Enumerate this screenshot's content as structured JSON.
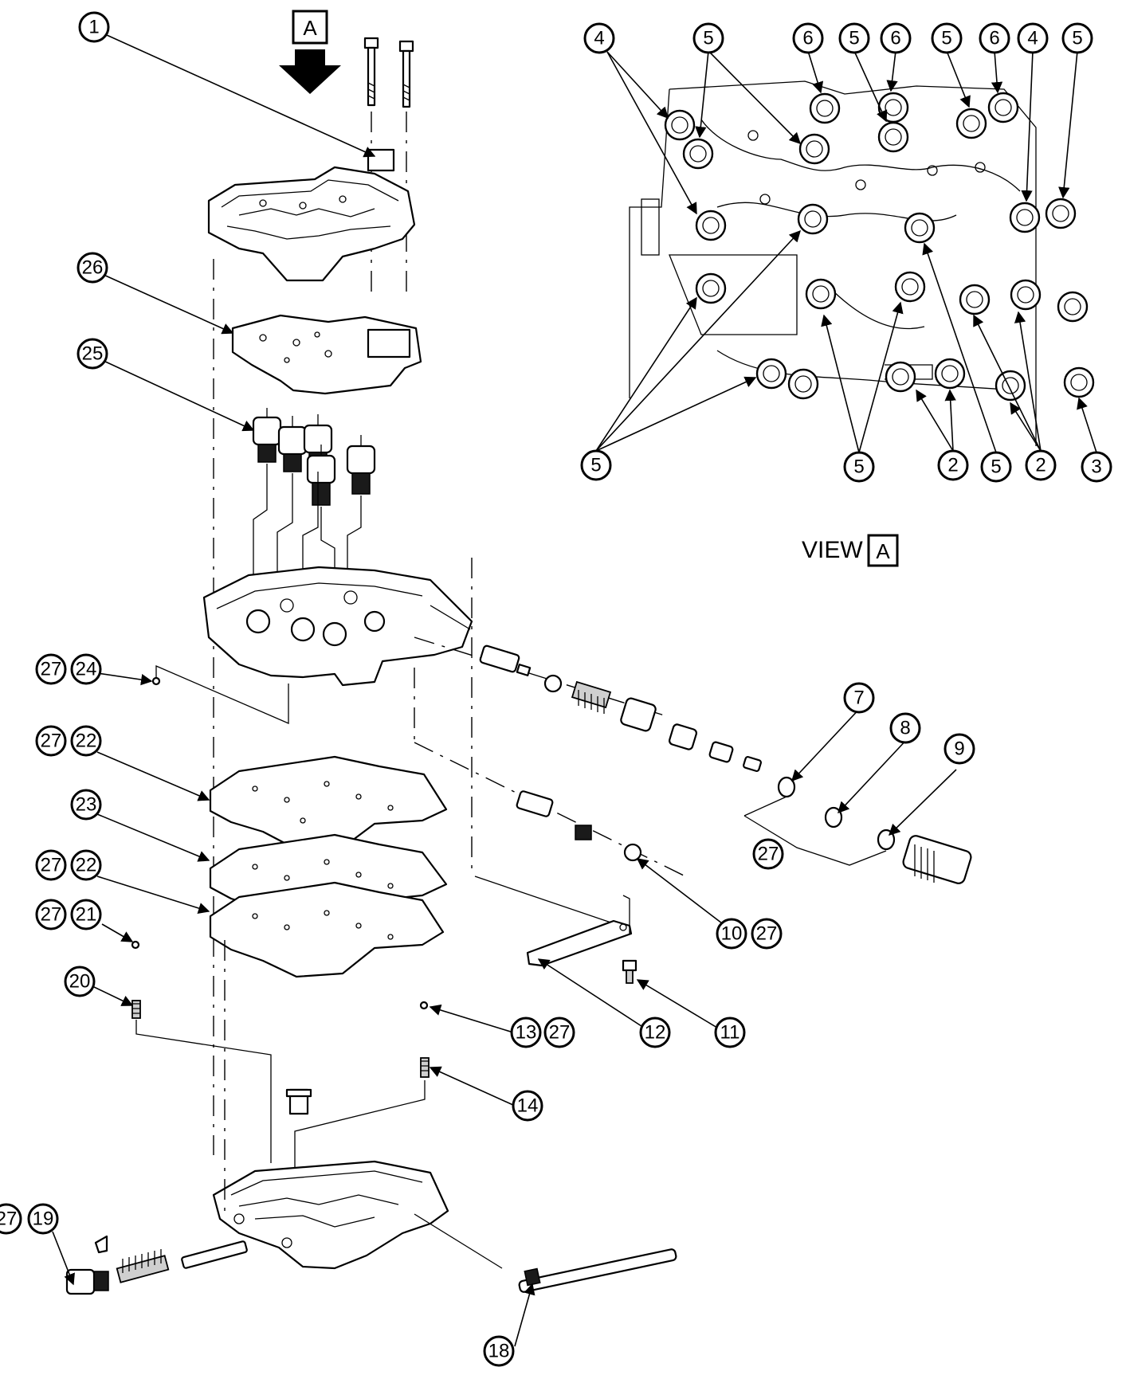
{
  "view": {
    "arrow_letter": "A",
    "label_word": "VIEW",
    "label_letter": "A"
  },
  "callouts": {
    "n1": "1",
    "n2": "2",
    "n3": "3",
    "n4": "4",
    "n5": "5",
    "n6": "6",
    "n7": "7",
    "n8": "8",
    "n9": "9",
    "n10": "10",
    "n11": "11",
    "n12": "12",
    "n13": "13",
    "n14": "14",
    "n18": "18",
    "n19": "19",
    "n20": "20",
    "n21": "21",
    "n22": "22",
    "n23": "23",
    "n24": "24",
    "n25": "25",
    "n26": "26",
    "n27": "27"
  },
  "icons": {
    "view_arrow": "down-arrow-icon",
    "bolt": "hex-bolt-icon",
    "solenoid": "solenoid-icon",
    "spring": "spring-icon"
  },
  "colors": {
    "line": "#000000",
    "background": "#ffffff"
  }
}
